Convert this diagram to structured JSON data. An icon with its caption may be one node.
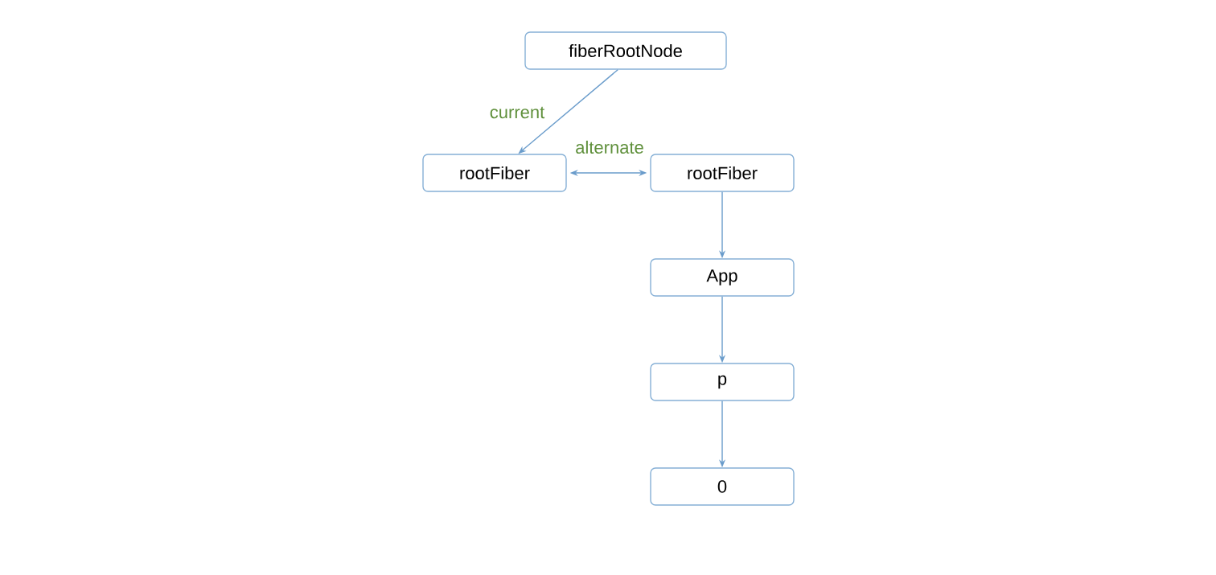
{
  "diagram": {
    "nodes": [
      {
        "text": [
          "fiberRootNode"
        ]
      },
      {
        "text": [
          "rootFiber"
        ]
      },
      {
        "text": [
          "rootFiber"
        ]
      },
      {
        "text": [
          "App"
        ]
      },
      {
        "text": [
          "p"
        ]
      },
      {
        "text": [
          "0"
        ]
      }
    ],
    "edges": [
      {
        "from": 0,
        "to": 1,
        "arrow": "to",
        "label": "current"
      },
      {
        "from": 1,
        "to": 2,
        "arrow": "both",
        "label": "alternate"
      },
      {
        "from": 2,
        "to": 3,
        "arrow": "to"
      },
      {
        "from": 3,
        "to": 4,
        "arrow": "to"
      },
      {
        "from": 4,
        "to": 5,
        "arrow": "to"
      }
    ]
  }
}
